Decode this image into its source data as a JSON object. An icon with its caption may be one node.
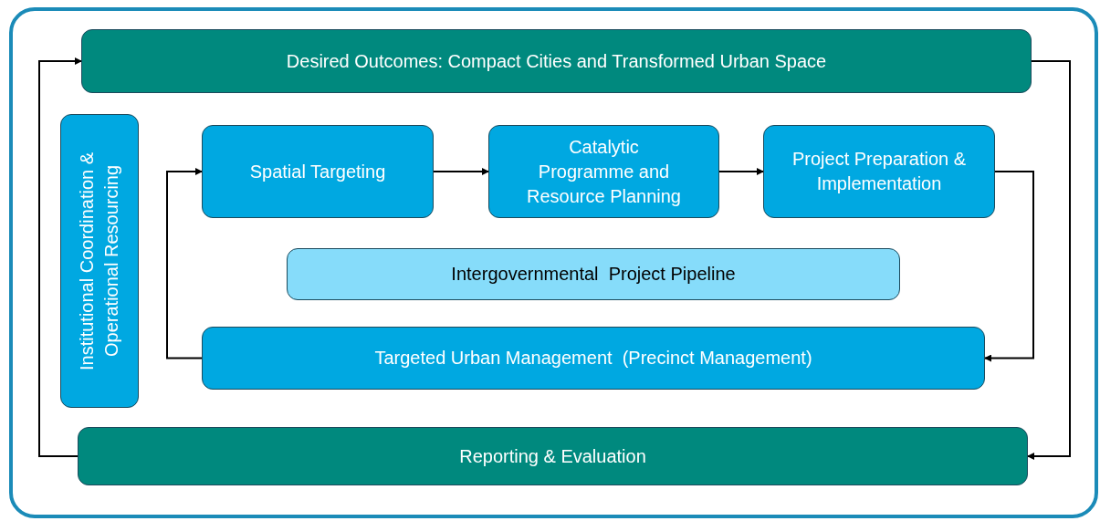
{
  "diagram": {
    "nodes": [
      {
        "text": [
          "Desired Outcomes: Compact Cities and Transformed Urban Space"
        ]
      },
      {
        "text": [
          "Institutional Coordination & Operational Resourcing"
        ]
      },
      {
        "text": [
          "Spatial Targeting"
        ]
      },
      {
        "text": [
          "Catalytic Programme and Resource Planning"
        ]
      },
      {
        "text": [
          "Project Preparation & Implementation"
        ]
      },
      {
        "text": [
          "Intergovernmental  Project Pipeline"
        ]
      },
      {
        "text": [
          "Targeted Urban Management  (Precinct Management)"
        ]
      },
      {
        "text": [
          "Reporting & Evaluation"
        ]
      }
    ],
    "edges": [
      {
        "from": 0,
        "to": 7,
        "arrow": "to"
      },
      {
        "from": 7,
        "to": 0,
        "arrow": "to"
      },
      {
        "from": 2,
        "to": 3,
        "arrow": "to"
      },
      {
        "from": 3,
        "to": 4,
        "arrow": "to"
      },
      {
        "from": 4,
        "to": 6,
        "arrow": "to"
      },
      {
        "from": 6,
        "to": 2,
        "arrow": "to"
      }
    ]
  }
}
